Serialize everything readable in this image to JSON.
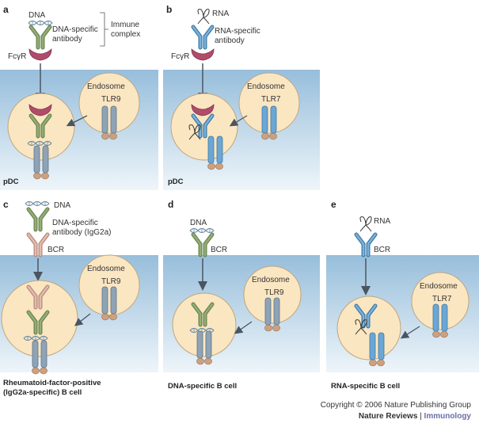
{
  "panels": {
    "a": {
      "letter": "a",
      "dna": "DNA",
      "antibody": [
        "DNA-specific",
        "antibody"
      ],
      "immune": [
        "Immune",
        "complex"
      ],
      "receptor": "FcγR",
      "endosome": "Endosome",
      "tlr": "TLR9",
      "caption": "pDC"
    },
    "b": {
      "letter": "b",
      "rna": "RNA",
      "antibody": [
        "RNA-specific",
        "antibody"
      ],
      "receptor": "FcγR",
      "endosome": "Endosome",
      "tlr": "TLR7",
      "caption": "pDC"
    },
    "c": {
      "letter": "c",
      "dna": "DNA",
      "antibody": [
        "DNA-specific",
        "antibody (IgG2a)"
      ],
      "receptor": "BCR",
      "endosome": "Endosome",
      "tlr": "TLR9",
      "caption": [
        "Rheumatoid-factor-positive",
        "(IgG2a-specific) B cell"
      ]
    },
    "d": {
      "letter": "d",
      "dna": "DNA",
      "receptor": "BCR",
      "endosome": "Endosome",
      "tlr": "TLR9",
      "caption": "DNA-specific B cell"
    },
    "e": {
      "letter": "e",
      "rna": "RNA",
      "receptor": "BCR",
      "endosome": "Endosome",
      "tlr": "TLR7",
      "caption": "RNA-specific B cell"
    }
  },
  "footer": {
    "copyright": "Copyright © 2006 Nature Publishing Group",
    "journal": "Nature Reviews",
    "separator": " | ",
    "section": "Immunology"
  },
  "colors": {
    "cell_top": "#9cc3dd",
    "cell_bottom": "#e9f2f8",
    "endosome": "#fbe6c2",
    "endosome_stroke": "#bfa57a",
    "green_antibody": "#7f9a62",
    "blue_antibody": "#5b98c6",
    "fc_receptor": "#b04c6a",
    "tlr": "#8ea4b6",
    "bcr_pink": "#d7a99c",
    "arrow": "#4a5560"
  }
}
